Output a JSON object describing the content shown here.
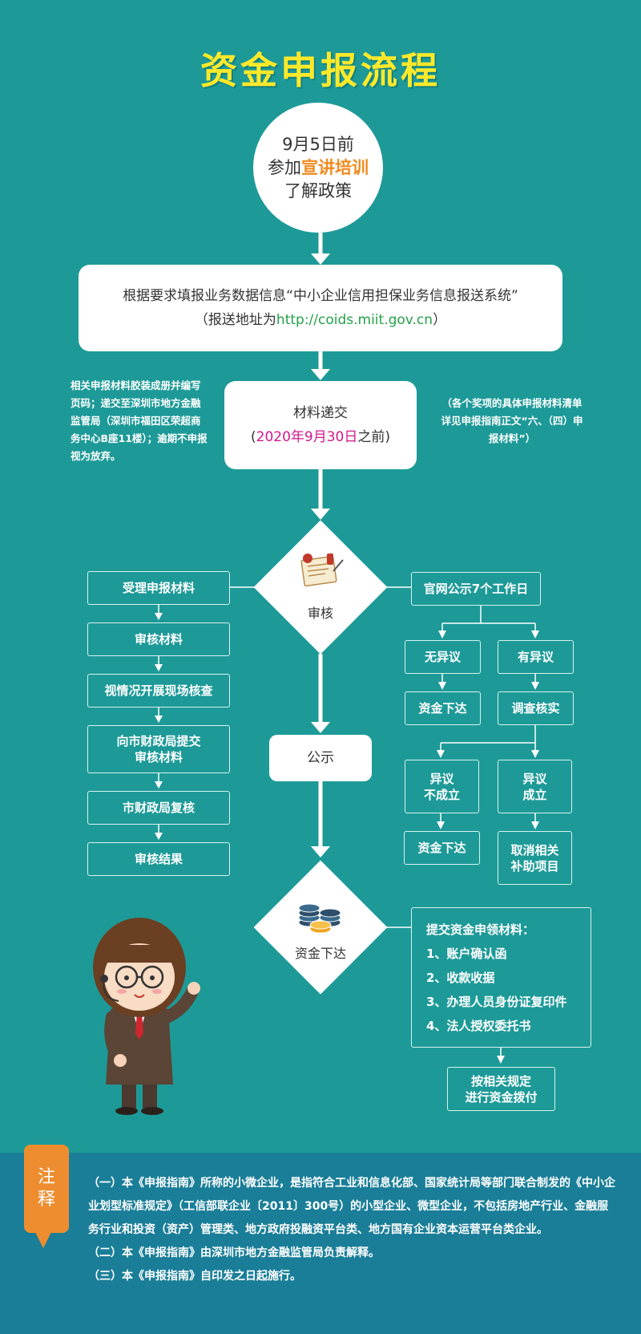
{
  "title": "资金申报流程",
  "step1": {
    "line1": "9月5日前",
    "line2_prefix": "参加",
    "line2_highlight": "宣讲培训",
    "line3": "了解政策"
  },
  "step2": {
    "line1": "根据要求填报业务数据信息“中小企业信用担保业务信息报送系统”",
    "line2_prefix": "（报送地址为",
    "line2_link": "http://coids.miit.gov.cn",
    "line2_suffix": "）"
  },
  "step3": {
    "label": "材料递交",
    "paren_open": "(",
    "date": "2020年9月30日",
    "suffix": "之前)"
  },
  "left_note": "相关申报材料胶装成册并编写页码；递交至深圳市地方金融监管局（深圳市福田区荣超商务中心B座11楼）；逾期不申报视为放弃。",
  "right_note": "（各个奖项的具体申报材料清单详见申报指南正文“六、（四）申报材料”）",
  "review": {
    "label": "审核"
  },
  "left_steps": [
    "受理申报材料",
    "审核材料",
    "视情况开展现场核查",
    "向市财政局提交\n审核材料",
    "市财政局复核",
    "审核结果"
  ],
  "right_flow": {
    "public7": "官网公示7个工作日",
    "no_objection": "无异议",
    "has_objection": "有异议",
    "fund_issued_1": "资金下达",
    "investigate": "调查核实",
    "objection_invalid": "异议\n不成立",
    "objection_valid": "异议\n成立",
    "fund_issued_2": "资金下达",
    "cancel": "取消相关\n补助项目"
  },
  "publicity": {
    "label": "公示"
  },
  "fund": {
    "label": "资金下达"
  },
  "materials": {
    "title": "提交资金申领材料：",
    "items": [
      "1、账户确认函",
      "2、收款收据",
      "3、办理人员身份证复印件",
      "4、法人授权委托书"
    ]
  },
  "payment": "按相关规定\n进行资金拨付",
  "notes_tag": "注\n释",
  "notes": [
    "（一）本《申报指南》所称的小微企业，是指符合工业和信息化部、国家统计局等部门联合制发的《中小企业划型标准规定》（工信部联企业〔2011〕300号）的小型企业、微型企业，不包括房地产行业、金融服务行业和投资（资产）管理类、地方政府投融资平台类、地方国有企业资本运营平台类企业。",
    "（二）本《申报指南》由深圳市地方金融监管局负责解释。",
    "（三）本《申报指南》自印发之日起施行。"
  ],
  "colors": {
    "background": "#1d9a98",
    "title": "#ffe92a",
    "highlight_orange": "#f08a1e",
    "link_green": "#25a14a",
    "date_magenta": "#d0198d",
    "notes_bg": "#1a7e98",
    "tag_orange": "#ee8d2f"
  }
}
